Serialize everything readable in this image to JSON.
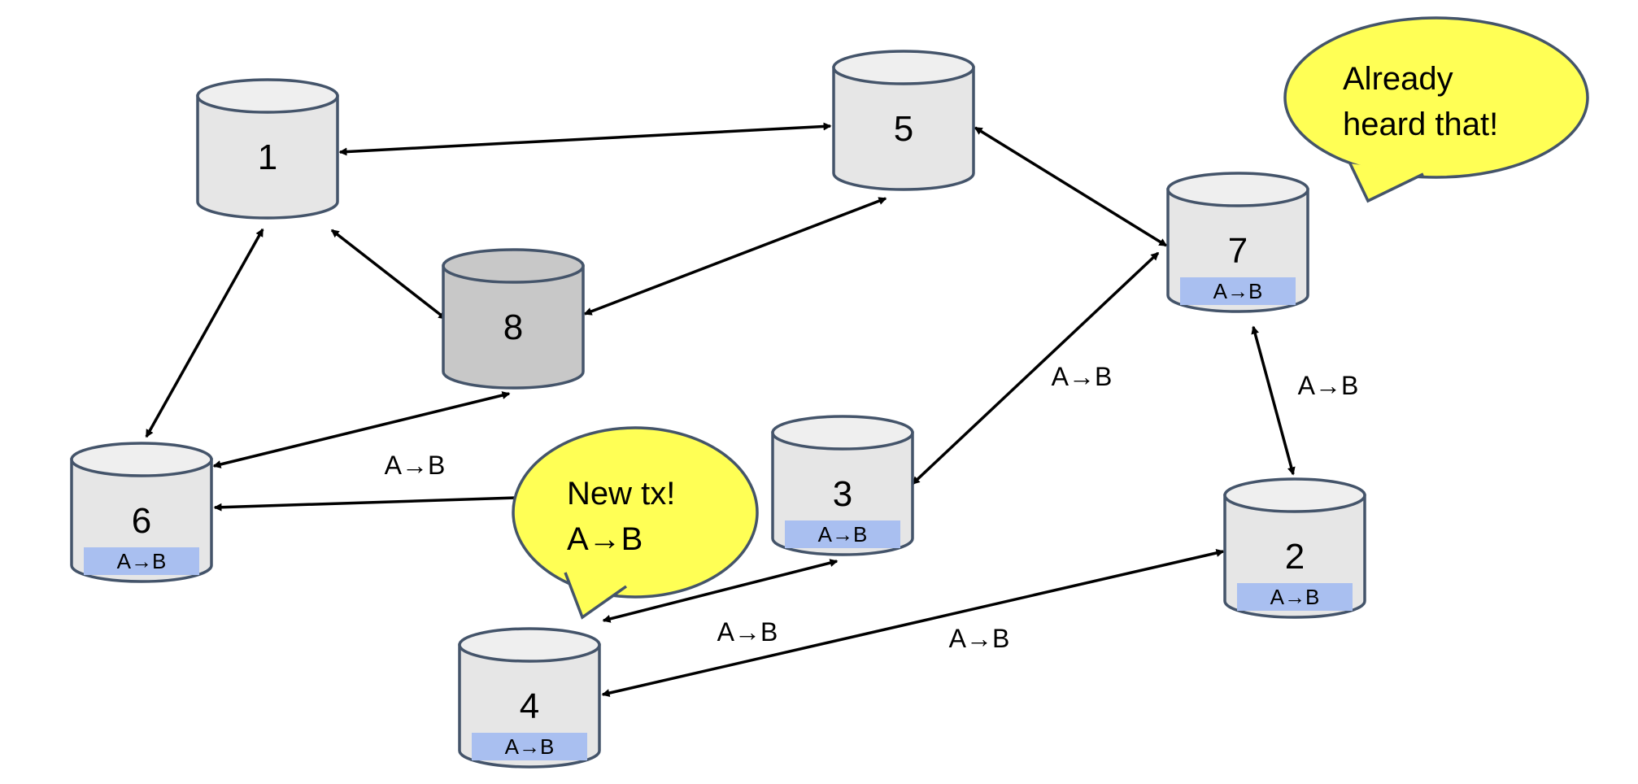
{
  "nodes": [
    {
      "id": "1",
      "label": "1",
      "shade": "light",
      "tx": ""
    },
    {
      "id": "5",
      "label": "5",
      "shade": "light",
      "tx": ""
    },
    {
      "id": "8",
      "label": "8",
      "shade": "dark",
      "tx": ""
    },
    {
      "id": "7",
      "label": "7",
      "shade": "light",
      "tx": "A→B"
    },
    {
      "id": "6",
      "label": "6",
      "shade": "light",
      "tx": "A→B"
    },
    {
      "id": "3",
      "label": "3",
      "shade": "light",
      "tx": "A→B"
    },
    {
      "id": "2",
      "label": "2",
      "shade": "light",
      "tx": "A→B"
    },
    {
      "id": "4",
      "label": "4",
      "shade": "light",
      "tx": "A→B"
    }
  ],
  "edges": [
    {
      "from": "1",
      "to": "5",
      "dir": "both",
      "label": ""
    },
    {
      "from": "1",
      "to": "8",
      "dir": "both",
      "label": ""
    },
    {
      "from": "1",
      "to": "6",
      "dir": "both",
      "label": ""
    },
    {
      "from": "5",
      "to": "8",
      "dir": "both",
      "label": ""
    },
    {
      "from": "5",
      "to": "7",
      "dir": "both",
      "label": ""
    },
    {
      "from": "8",
      "to": "6",
      "dir": "both",
      "label": ""
    },
    {
      "from": "7",
      "to": "3",
      "dir": "both",
      "label": "A→B"
    },
    {
      "from": "7",
      "to": "2",
      "dir": "both",
      "label": "A→B"
    },
    {
      "from": "4",
      "to": "6",
      "dir": "forward",
      "label": "A→B"
    },
    {
      "from": "4",
      "to": "3",
      "dir": "both",
      "label": "A→B"
    },
    {
      "from": "4",
      "to": "2",
      "dir": "both",
      "label": "A→B"
    }
  ],
  "bubbles": {
    "already_heard": {
      "lines": [
        "Already",
        "heard that!"
      ]
    },
    "new_tx": {
      "lines": [
        "New tx!",
        "A→B"
      ]
    }
  },
  "colors": {
    "cylinder_light": "#e6e6e6",
    "cylinder_dark": "#c8c8c8",
    "cylinder_top": "#efefef",
    "cylinder_stroke": "#44546a",
    "tx_badge": "#a9bff0",
    "bubble_fill": "#ffff55",
    "bubble_stroke": "#44546a",
    "arrow": "#000000"
  }
}
